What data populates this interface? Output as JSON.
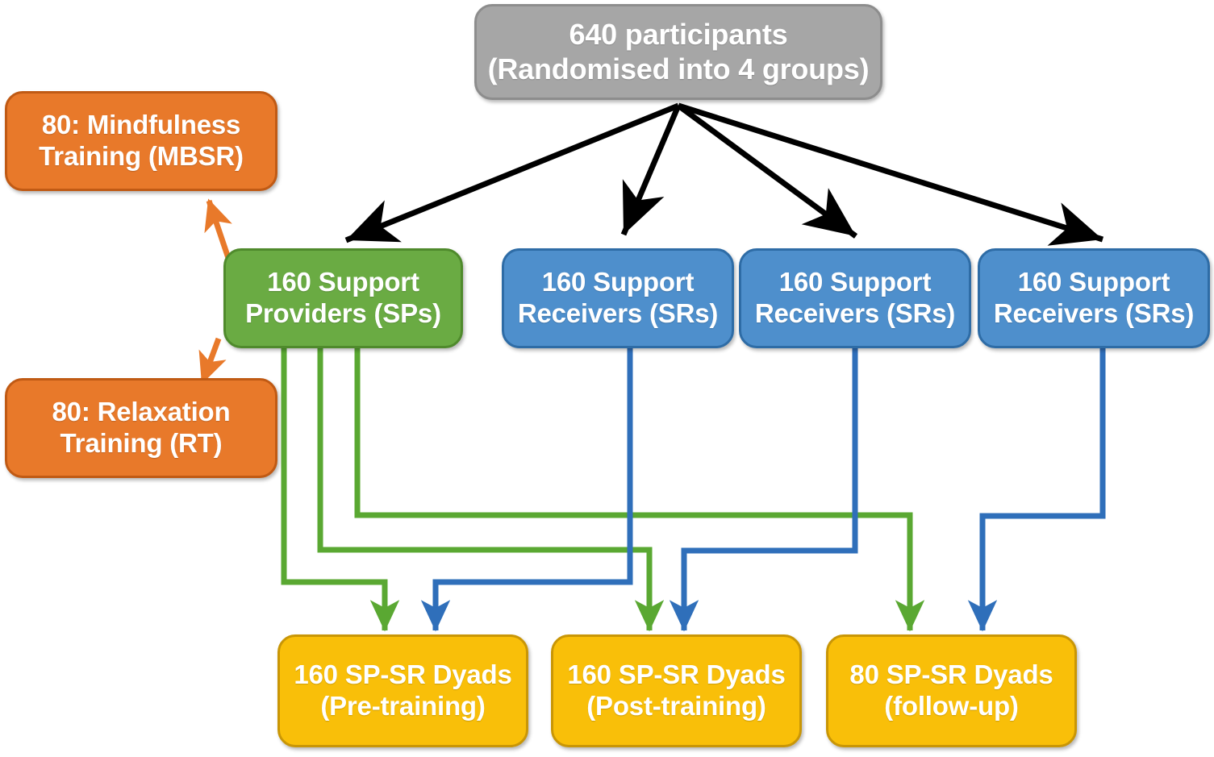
{
  "diagram": {
    "title": "RCT participant flow diagram",
    "colors": {
      "root": "#a6a6a6",
      "training": "#e8792a",
      "providers": "#6aab43",
      "receivers": "#4e8fcc",
      "dyads": "#f9bf09",
      "black_arrow": "#000000",
      "green_arrow": "#6aab43",
      "blue_arrow": "#2f6fba",
      "orange_arrow": "#e8792a"
    },
    "nodes": {
      "root": {
        "label": "640 participants\n(Randomised into 4 groups)",
        "kind": "root-randomisation"
      },
      "mindfulness": {
        "label": "80: Mindfulness\nTraining (MBSR)",
        "kind": "training-arm"
      },
      "relaxation": {
        "label": "80: Relaxation\nTraining (RT)",
        "kind": "training-arm"
      },
      "support_providers": {
        "label": "160 Support\nProviders (SPs)",
        "kind": "group"
      },
      "support_receivers_1": {
        "label": "160 Support\nReceivers (SRs)",
        "kind": "group"
      },
      "support_receivers_2": {
        "label": "160 Support\nReceivers (SRs)",
        "kind": "group"
      },
      "support_receivers_3": {
        "label": "160 Support\nReceivers (SRs)",
        "kind": "group"
      },
      "dyads_pre": {
        "label": "160 SP-SR Dyads\n(Pre-training)",
        "kind": "dyad-timepoint"
      },
      "dyads_post": {
        "label": "160 SP-SR Dyads\n(Post-training)",
        "kind": "dyad-timepoint"
      },
      "dyads_followup": {
        "label": "80 SP-SR Dyads\n(follow-up)",
        "kind": "dyad-timepoint"
      }
    }
  }
}
